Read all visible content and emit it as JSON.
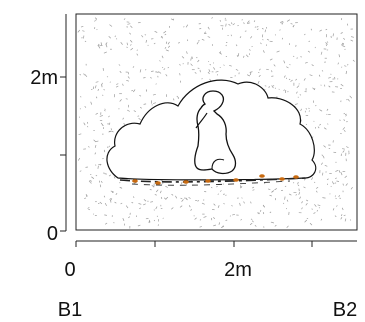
{
  "section": {
    "y_axis": {
      "ticks": [
        {
          "label": "2m"
        },
        {
          "label": "0"
        }
      ]
    },
    "x_axis": {
      "ticks": [
        {
          "label": "0"
        },
        {
          "label": "2m"
        }
      ]
    },
    "corners": {
      "left": "B1",
      "right": "B2"
    }
  },
  "colors": {
    "ink": "#111111",
    "sediment": "#9a9a9a",
    "ochre": "#c86a10",
    "background": "#ffffff"
  },
  "icons": {
    "figure": "seated-human-figure-outline",
    "void": "cave-void-outline"
  }
}
